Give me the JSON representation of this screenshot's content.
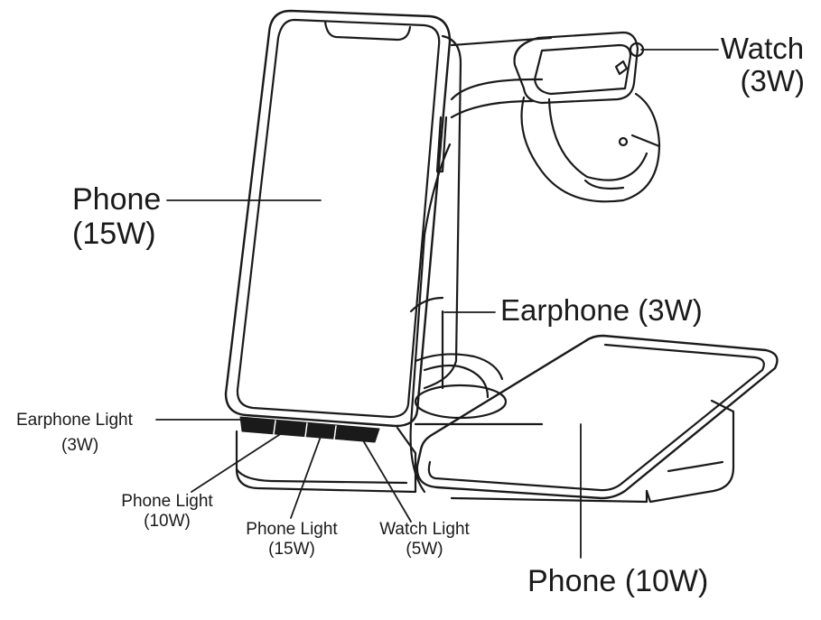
{
  "labels": {
    "watch": {
      "name": "Watch",
      "power": "(3W)"
    },
    "phone_upper": {
      "name": "Phone",
      "power": "(15W)"
    },
    "earphone": "Earphone (3W)",
    "phone_lower": "Phone (10W)",
    "earphone_light": {
      "name": "Earphone Light",
      "power": "(3W)"
    },
    "phone_light_10": {
      "name": "Phone Light",
      "power": "(10W)"
    },
    "phone_light_15": {
      "name": "Phone Light",
      "power": "(15W)"
    },
    "watch_light": {
      "name": "Watch Light",
      "power": "(5W)"
    }
  },
  "colors": {
    "line": "#1a1a1a",
    "background": "#ffffff"
  }
}
